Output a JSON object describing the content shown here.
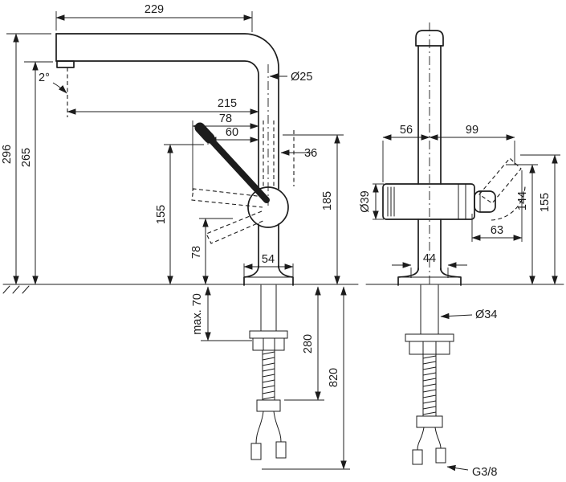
{
  "drawing": {
    "background": "#ffffff",
    "line_color": "#1c1c1c",
    "views": {
      "side": {
        "dims": {
          "overall_width": "229",
          "spout_reach": "215",
          "spout_angle": "2°",
          "spout_diameter": "Ø25",
          "handle_offset_a": "78",
          "handle_offset_b": "60",
          "hub_width": "36",
          "overall_height": "296",
          "outlet_height": "265",
          "handle_height": "155",
          "handle_low_height": "78",
          "body_height": "185",
          "base_width": "54",
          "counter_max": "max. 70",
          "hose_drop_a": "280",
          "hose_drop_b": "820"
        }
      },
      "front": {
        "dims": {
          "outlet_to_center": "56",
          "center_to_handle": "99",
          "body_diameter": "Ø39",
          "handle_reach": "63",
          "handle_height_a": "144",
          "handle_height_b": "155",
          "neck_width": "44",
          "shank_diameter": "Ø34",
          "thread_spec": "G3/8"
        }
      }
    }
  }
}
